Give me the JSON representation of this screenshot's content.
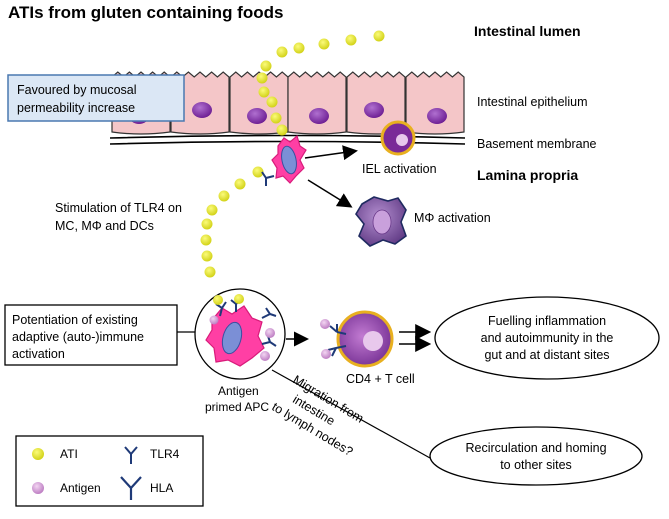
{
  "title": "ATIs from gluten containing foods",
  "layers": {
    "lumen": "Intestinal lumen",
    "epithelium": "Intestinal epithelium",
    "basement": "Basement membrane",
    "lamina": "Lamina propria"
  },
  "notes": {
    "mucosal_line1": "Favoured by mucosal",
    "mucosal_line2": "permeability increase",
    "tlr4_line1": "Stimulation  of TLR4 on",
    "tlr4_line2": "MC, MΦ  and DCs",
    "iel": "IEL activation",
    "mphi": "MΦ  activation",
    "potentiation_line1": "Potentiation of existing",
    "potentiation_line2": "adaptive (auto-)immune",
    "potentiation_line3": "activation",
    "apc_line1": "Antigen",
    "apc_line2": "primed APC",
    "cd4": "CD4 + T cell",
    "migration_line1": "Migration from",
    "migration_line2": "intestine",
    "migration_line3": "to lymph nodes?",
    "fuelling_line1": "Fuelling inflammation",
    "fuelling_line2": "and autoimmunity in the",
    "fuelling_line3": "gut and at distant sites",
    "recirc_line1": "Recirculation and homing",
    "recirc_line2": "to other sites"
  },
  "legend": {
    "ati": "ATI",
    "antigen": "Antigen",
    "tlr4": "TLR4",
    "hla": "HLA"
  },
  "colors": {
    "ati_dot": "#e8e82a",
    "epithelial_cell": "#f4c6c8",
    "nucleus": "#8a2aa8",
    "apc_body": "#ff3fa4",
    "apc_nucleus": "#7b8fd6",
    "receptor": "#1f3a78",
    "antigen": "#d79bd6",
    "note_box_fill": "#dbe7f5",
    "note_box_border": "#4a78b0"
  }
}
